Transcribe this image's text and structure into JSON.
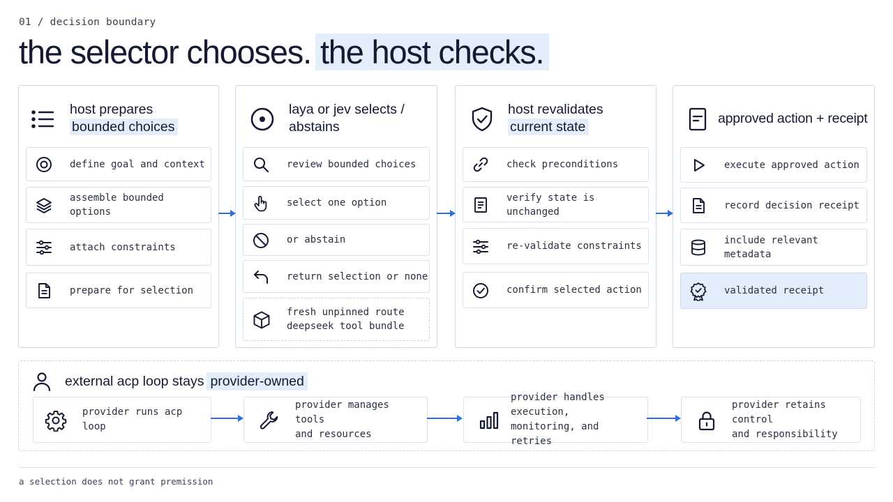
{
  "kicker": "01 / decision boundary",
  "title": {
    "part1": "the selector chooses.",
    "part2": "the host checks."
  },
  "columns": [
    {
      "icon": "list-icon",
      "heading_line1": "host prepares",
      "heading_line2": "bounded choices",
      "items": [
        {
          "icon": "target-icon",
          "label": "define goal and context"
        },
        {
          "icon": "layers-icon",
          "label": "assemble bounded options"
        },
        {
          "icon": "sliders-icon",
          "label": "attach constraints"
        },
        {
          "icon": "document-icon",
          "label": "prepare for selection"
        }
      ]
    },
    {
      "icon": "circle-dot-icon",
      "heading_line1": "laya or jev selects /",
      "heading_line2": "abstains",
      "items": [
        {
          "icon": "search-icon",
          "label": "review bounded choices"
        },
        {
          "icon": "pointer-hand-icon",
          "label": "select one option"
        },
        {
          "icon": "ban-icon",
          "label": "or abstain"
        },
        {
          "icon": "return-arrow-icon",
          "label": "return selection or none"
        },
        {
          "icon": "cube-icon",
          "label_line1": "fresh unpinned route",
          "label_line2": "deepseek tool bundle"
        }
      ]
    },
    {
      "icon": "shield-check-icon",
      "heading_line1": "host revalidates",
      "heading_line2": "current state",
      "items": [
        {
          "icon": "link-icon",
          "label": "check preconditions"
        },
        {
          "icon": "document-icon",
          "label": "verify state is unchanged"
        },
        {
          "icon": "sliders-icon",
          "label": "re-validate constraints"
        },
        {
          "icon": "check-circle-icon",
          "label": "confirm selected action"
        }
      ]
    },
    {
      "icon": "receipt-icon",
      "heading_line1": "approved action + receipt",
      "items": [
        {
          "icon": "play-icon",
          "label": "execute approved action"
        },
        {
          "icon": "document-icon",
          "label": "record decision receipt"
        },
        {
          "icon": "database-icon",
          "label": "include relevant metadata"
        },
        {
          "icon": "badge-icon",
          "label": "validated receipt"
        }
      ]
    }
  ],
  "external": {
    "icon": "user-icon",
    "heading_part1": "external acp loop stays",
    "heading_part2": "provider-owned",
    "items": [
      {
        "icon": "gear-icon",
        "label_line1": "provider runs acp loop",
        "label_line2": ""
      },
      {
        "icon": "wrench-icon",
        "label_line1": "provider manages tools",
        "label_line2": "and resources"
      },
      {
        "icon": "bar-chart-icon",
        "label_line1": "provider handles execution,",
        "label_line2": "monitoring, and retries"
      },
      {
        "icon": "lock-icon",
        "label_line1": "provider retains control",
        "label_line2": "and responsibility"
      }
    ]
  },
  "footnote": "a selection does not grant premission",
  "colors": {
    "ink": "#141a33",
    "highlight": "#e4eefb",
    "border": "#c9dbf0",
    "arrow": "#2f6fe0"
  }
}
